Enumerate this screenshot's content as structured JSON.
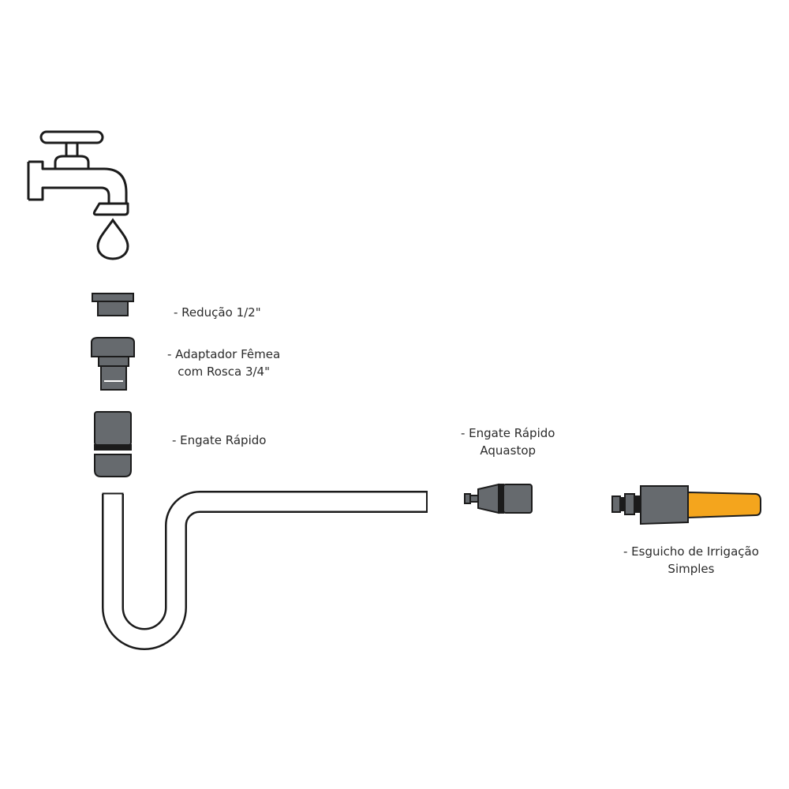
{
  "colors": {
    "part_gray": "#666a6e",
    "outline": "#1b1b1b",
    "nozzle_orange": "#f4a51d",
    "label_text": "#2b2b2b",
    "background": "#ffffff"
  },
  "icons": {
    "faucet": "faucet-icon",
    "drop": "water-drop-icon"
  },
  "labels": {
    "reducao": "- Redução 1/2\"",
    "adaptador_l1": "- Adaptador Fêmea",
    "adaptador_l2": "com Rosca 3/4\"",
    "engate_rapido": "- Engate Rápido",
    "aquastop_l1": "- Engate Rápido",
    "aquastop_l2": "Aquastop",
    "esguicho_l1": "- Esguicho de Irrigação",
    "esguicho_l2": "Simples"
  }
}
